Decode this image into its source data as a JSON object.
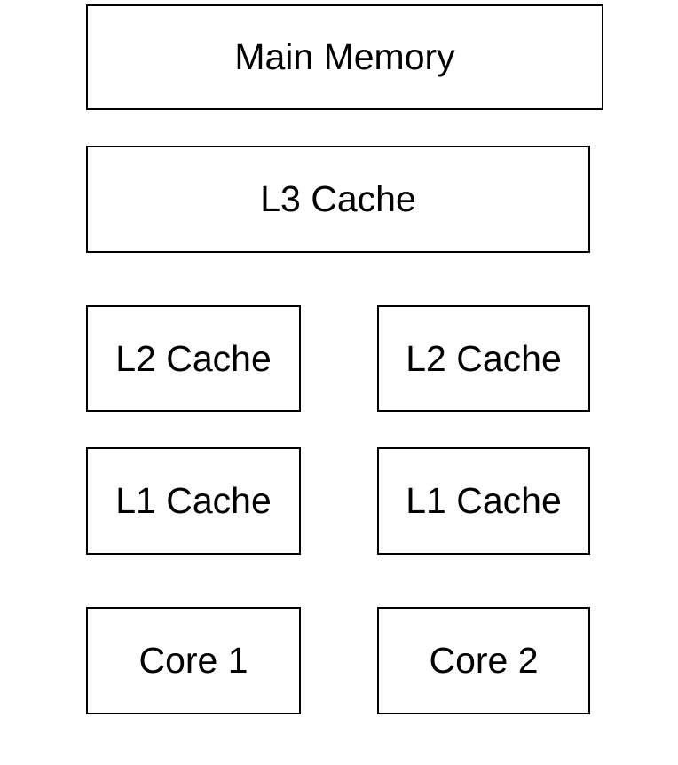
{
  "diagram": {
    "type": "memory-hierarchy-block-diagram",
    "background_color": "#ffffff",
    "box_border_color": "#000000",
    "text_color": "#000000",
    "boxes": {
      "main_memory": "Main Memory",
      "l3_cache": "L3 Cache",
      "l2_cache_left": "L2 Cache",
      "l2_cache_right": "L2 Cache",
      "l1_cache_left": "L1 Cache",
      "l1_cache_right": "L1 Cache",
      "core_1": "Core 1",
      "core_2": "Core 2"
    }
  }
}
